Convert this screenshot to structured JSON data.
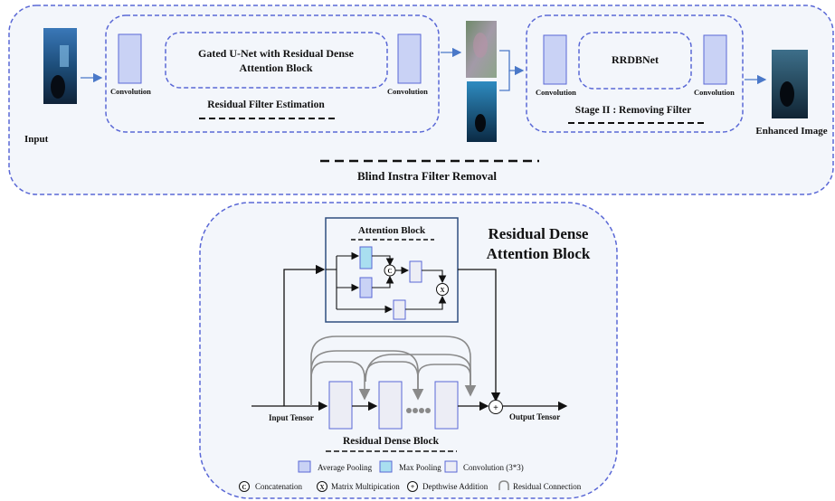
{
  "colors": {
    "border_dashed": "#5a68d6",
    "panel_bg": "#f3f6fb",
    "avg_pool_fill": "#c9d2f5",
    "max_pool_fill": "#a9dff0",
    "conv_fill": "#ecedf5",
    "attention_border": "#2f4f7f",
    "arrow_blue": "#4a78c8",
    "arrow_gray": "#8a8a8a"
  },
  "top": {
    "input_label": "Input",
    "stage1": {
      "conv_left_label": "Convolution",
      "unet_label_line1": "Gated U-Net with Residual Dense",
      "unet_label_line2": "Attention Block",
      "conv_right_label": "Convolution",
      "caption": "Residual Filter Estimation"
    },
    "stage2": {
      "conv_left_label": "Convolution",
      "rrdb_label": "RRDBNet",
      "conv_right_label": "Convolution",
      "caption": "Stage II : Removing Filter"
    },
    "output_label": "Enhanced Image",
    "title": "Blind Instra Filter Removal"
  },
  "bottom": {
    "title_line1": "Residual Dense",
    "title_line2": "Attention Block",
    "attention_block_label": "Attention Block",
    "symbol_concat": "C",
    "symbol_mult": "X",
    "symbol_add": "+",
    "input_tensor_label": "Input Tensor",
    "output_tensor_label": "Output Tensor",
    "rdb_label": "Residual Dense Block",
    "legend": {
      "avg_pooling": "Average Pooling",
      "max_pooling": "Max Pooling",
      "convolution": "Convolution (3*3)",
      "concatenation": "Concatenation",
      "matrix_mult": "Matrix Multipication",
      "depthwise_add": "Depthwise Addition",
      "residual_conn": "Residual Connection"
    }
  }
}
